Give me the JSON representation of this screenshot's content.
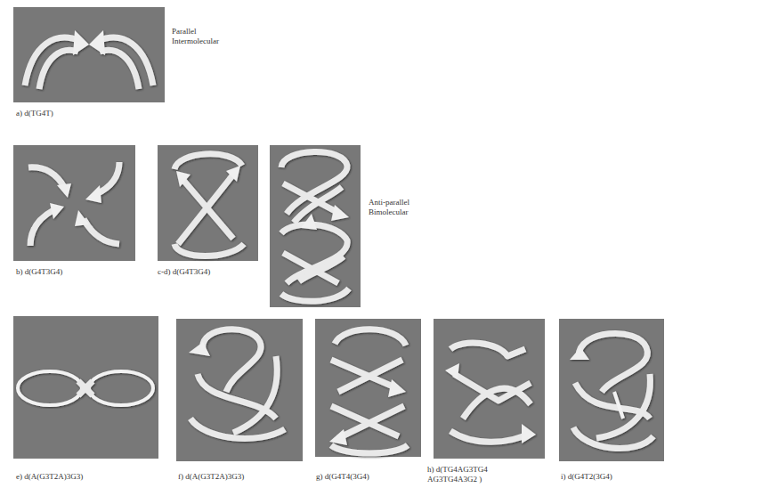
{
  "diagram": {
    "labels": [
      "Parallel Intermolecular",
      "a) d(TG4T)",
      "b) d(G4T3G4)",
      "c-d) d(G4T3G4)",
      "Anti-parallel Bimolecular",
      "e) d(A(G3T2A)3G3)",
      "f) d(A(G3T2A)3G3)",
      "g) d(G4T4(3G4)",
      "h) d(TG4AG3TG4 AG3TG4A3G2 )",
      "i) d(G4T2(3G4)"
    ]
  }
}
